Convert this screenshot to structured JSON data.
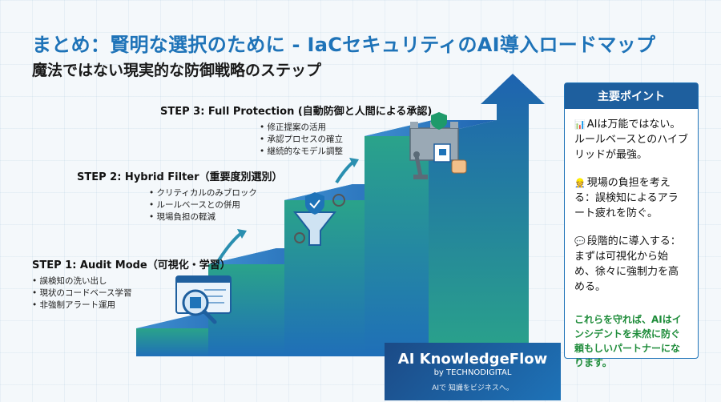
{
  "header": {
    "title": "まとめ：賢明な選択のために - IaCセキュリティのAI導入ロードマップ",
    "subtitle": "魔法ではない現実的な防御戦略のステップ"
  },
  "steps": [
    {
      "title": "STEP 1: Audit Mode（可視化・学習）",
      "items": [
        "誤検知の洗い出し",
        "現状のコードベース学習",
        "非強制アラート運用"
      ]
    },
    {
      "title": "STEP 2: Hybrid Filter（重要度別選別）",
      "items": [
        "クリティカルのみブロック",
        "ルールベースとの併用",
        "現場負担の軽減"
      ]
    },
    {
      "title": "STEP 3: Full Protection (自動防御と人間による承認)",
      "items": [
        "修正提案の活用",
        "承認プロセスの確立",
        "継続的なモデル調整"
      ]
    }
  ],
  "panel": {
    "heading": "主要ポイント",
    "points": [
      {
        "icon": "chart-icon",
        "glyph": "📊",
        "text": "AIは万能ではない。ルールベースとのハイブリッドが最強。"
      },
      {
        "icon": "worker-icon",
        "glyph": "👷",
        "text": "現場の負担を考える：誤検知によるアラート疲れを防ぐ。"
      },
      {
        "icon": "speech-icon",
        "glyph": "💬",
        "text": "段階的に導入する：まずは可視化から始め、徐々に強制力を高める。"
      }
    ],
    "footer": "これらを守れば、AIはインシデントを未然に防ぐ頼もしいパートナーになります。"
  },
  "brand": {
    "name": "AI KnowledgeFlow",
    "by": "by TECHNODIGITAL",
    "tagline": "AIで 知識をビジネスへ。"
  },
  "colors": {
    "accent": "#1e73b8",
    "panel_head": "#1e5f9e",
    "green": "#1e8c3a",
    "stair_top": "#1f7fc8",
    "stair_front": "#2a9a7a"
  }
}
